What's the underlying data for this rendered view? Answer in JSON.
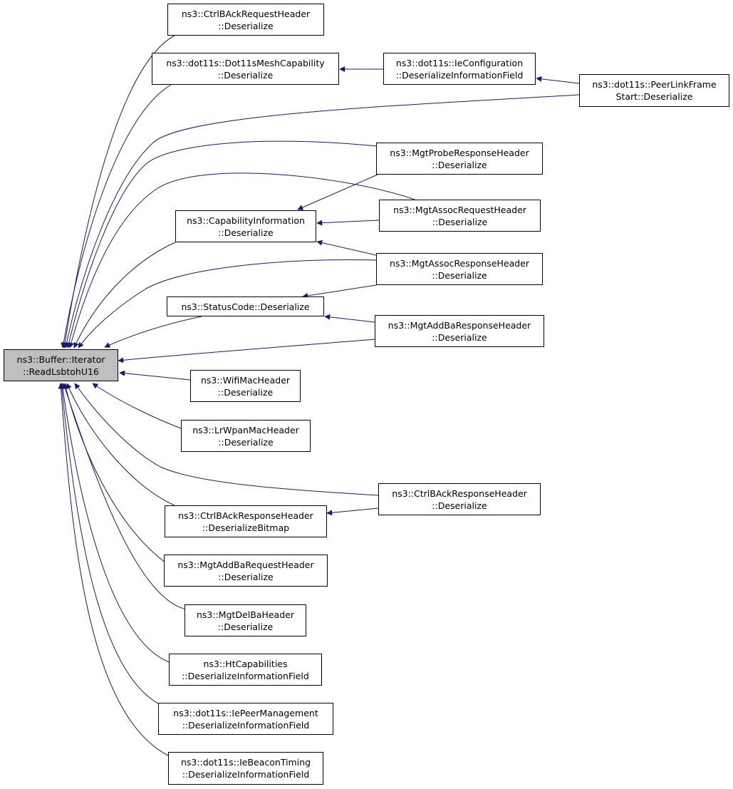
{
  "colors": {
    "edge": "#191970",
    "root_fill": "#bfbfbf",
    "node_fill": "#ffffff",
    "border": "#000000"
  },
  "nodes": [
    {
      "id": "root",
      "lines": [
        "ns3::Buffer::Iterator",
        "::ReadLsbtohU16"
      ],
      "root": true
    },
    {
      "id": "ctrlbackreq",
      "lines": [
        "ns3::CtrlBAckRequestHeader",
        "::Deserialize"
      ]
    },
    {
      "id": "meshcap",
      "lines": [
        "ns3::dot11s::Dot11sMeshCapability",
        "::Deserialize"
      ]
    },
    {
      "id": "ieconfig",
      "lines": [
        "ns3::dot11s::IeConfiguration",
        "::DeserializeInformationField"
      ]
    },
    {
      "id": "peerlink",
      "lines": [
        "ns3::dot11s::PeerLinkFrame",
        "Start::Deserialize"
      ]
    },
    {
      "id": "probe",
      "lines": [
        "ns3::MgtProbeResponseHeader",
        "::Deserialize"
      ]
    },
    {
      "id": "capinfo",
      "lines": [
        "ns3::CapabilityInformation",
        "::Deserialize"
      ]
    },
    {
      "id": "assocreq",
      "lines": [
        "ns3::MgtAssocRequestHeader",
        "::Deserialize"
      ]
    },
    {
      "id": "assocresp",
      "lines": [
        "ns3::MgtAssocResponseHeader",
        "::Deserialize"
      ]
    },
    {
      "id": "statuscode",
      "lines": [
        "ns3::StatusCode::Deserialize"
      ]
    },
    {
      "id": "addbaresp",
      "lines": [
        "ns3::MgtAddBaResponseHeader",
        "::Deserialize"
      ]
    },
    {
      "id": "wifimac",
      "lines": [
        "ns3::WifiMacHeader",
        "::Deserialize"
      ]
    },
    {
      "id": "lrwpan",
      "lines": [
        "ns3::LrWpanMacHeader",
        "::Deserialize"
      ]
    },
    {
      "id": "ctrlbackresp",
      "lines": [
        "ns3::CtrlBAckResponseHeader",
        "::Deserialize"
      ]
    },
    {
      "id": "bitmap",
      "lines": [
        "ns3::CtrlBAckResponseHeader",
        "::DeserializeBitmap"
      ]
    },
    {
      "id": "addbareq",
      "lines": [
        "ns3::MgtAddBaRequestHeader",
        "::Deserialize"
      ]
    },
    {
      "id": "delba",
      "lines": [
        "ns3::MgtDelBaHeader",
        "::Deserialize"
      ]
    },
    {
      "id": "htcap",
      "lines": [
        "ns3::HtCapabilities",
        "::DeserializeInformationField"
      ]
    },
    {
      "id": "peermgmt",
      "lines": [
        "ns3::dot11s::IePeerManagement",
        "::DeserializeInformationField"
      ]
    },
    {
      "id": "beacon",
      "lines": [
        "ns3::dot11s::IeBeaconTiming",
        "::DeserializeInformationField"
      ]
    }
  ],
  "edges": [
    {
      "from": "ctrlbackreq",
      "to": "root"
    },
    {
      "from": "meshcap",
      "to": "root"
    },
    {
      "from": "peerlink",
      "to": "root"
    },
    {
      "from": "probe",
      "to": "root"
    },
    {
      "from": "assocreq",
      "to": "root"
    },
    {
      "from": "capinfo",
      "to": "root"
    },
    {
      "from": "assocresp",
      "to": "root"
    },
    {
      "from": "statuscode",
      "to": "root"
    },
    {
      "from": "addbaresp",
      "to": "root"
    },
    {
      "from": "wifimac",
      "to": "root"
    },
    {
      "from": "lrwpan",
      "to": "root"
    },
    {
      "from": "ctrlbackresp",
      "to": "root"
    },
    {
      "from": "bitmap",
      "to": "root"
    },
    {
      "from": "addbareq",
      "to": "root"
    },
    {
      "from": "delba",
      "to": "root"
    },
    {
      "from": "htcap",
      "to": "root"
    },
    {
      "from": "peermgmt",
      "to": "root"
    },
    {
      "from": "beacon",
      "to": "root"
    },
    {
      "from": "ieconfig",
      "to": "meshcap"
    },
    {
      "from": "peerlink",
      "to": "ieconfig"
    },
    {
      "from": "probe",
      "to": "capinfo"
    },
    {
      "from": "assocreq",
      "to": "capinfo"
    },
    {
      "from": "assocresp",
      "to": "capinfo"
    },
    {
      "from": "assocresp",
      "to": "statuscode"
    },
    {
      "from": "addbaresp",
      "to": "statuscode"
    },
    {
      "from": "ctrlbackresp",
      "to": "bitmap"
    }
  ]
}
